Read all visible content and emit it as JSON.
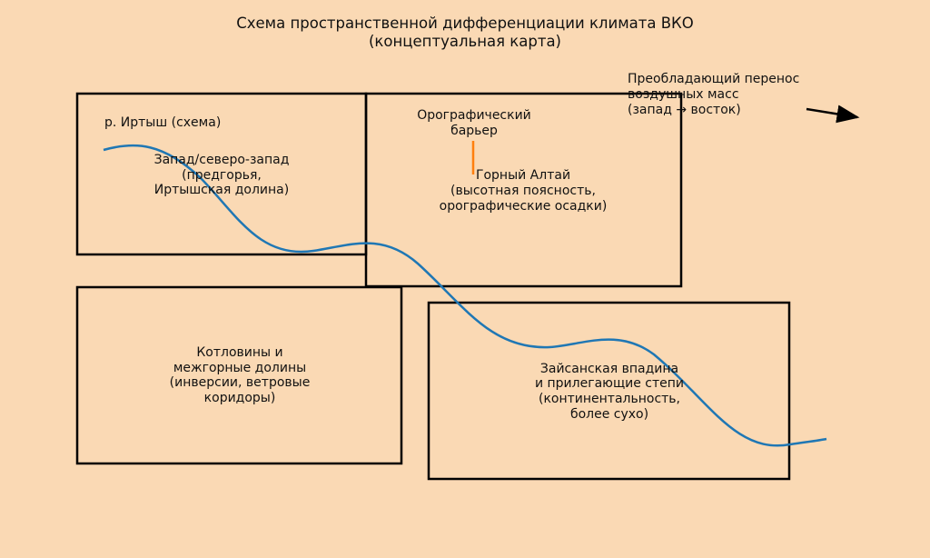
{
  "title": {
    "line1": "Схема пространственной дифференциации климата ВКО",
    "line2": "(концептуальная карта)"
  },
  "colors": {
    "background": "#fad9b4",
    "river": "#1f77b4",
    "barrier": "#ff7f0e",
    "box": "#000000"
  },
  "river_label": "р. Иртыш (схема)",
  "regions": [
    {
      "lines": [
        "Запад/северо-запад",
        "(предгорья,",
        "Иртышская долина)"
      ]
    },
    {
      "lines": [
        "Горный Алтай",
        "(высотная поясность,",
        "орографические осадки)"
      ]
    },
    {
      "lines": [
        "Котловины и",
        "межгорные долины",
        "(инверсии, ветровые",
        "коридоры)"
      ]
    },
    {
      "lines": [
        "Зайсанская впадина",
        "и прилегающие степи",
        "(континентальность,",
        "более сухо)"
      ]
    }
  ],
  "barrier_label": [
    "Орографический",
    "барьер"
  ],
  "wind_label": [
    "Преобладающий перенос",
    "воздушных масс",
    "(запад → восток)"
  ]
}
